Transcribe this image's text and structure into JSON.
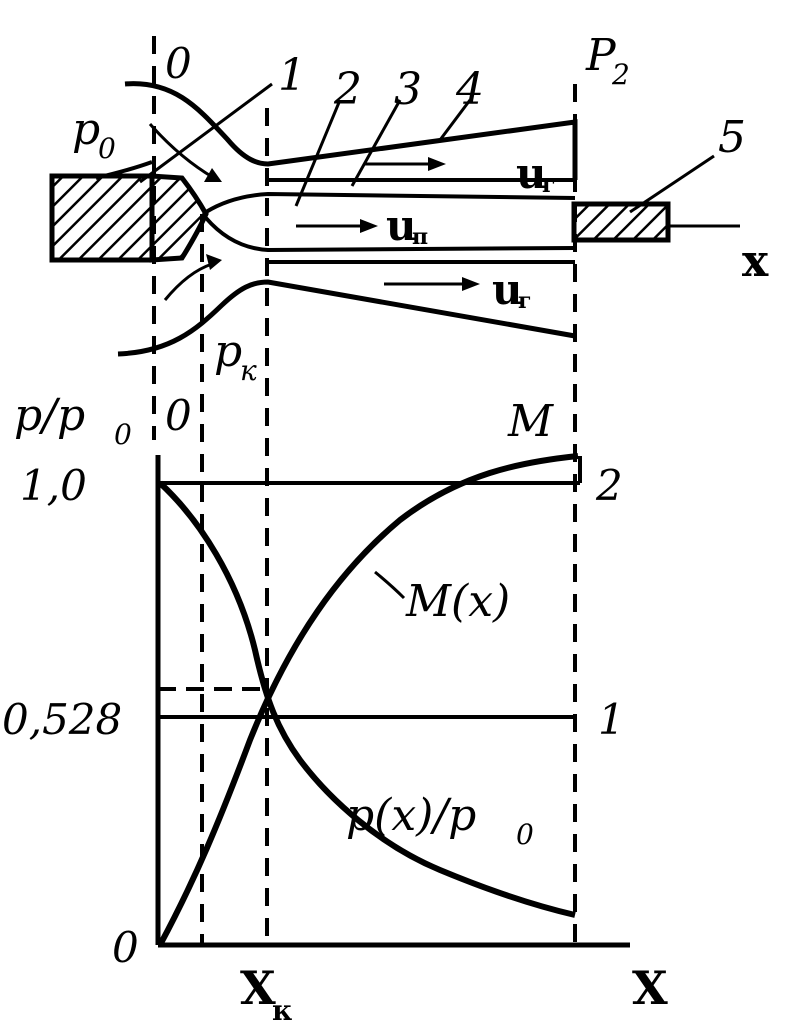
{
  "labels": {
    "section_0_top": "0",
    "p0_top": "p",
    "p0_top_sub": "0",
    "region_1": "1",
    "region_2": "2",
    "region_3": "3",
    "region_4": "4",
    "region_5": "5",
    "p2_top": "P",
    "p2_top_sub": "2",
    "u_g_top": "u",
    "u_g_top_sub": "г",
    "u_p": "u",
    "u_p_sub": "п",
    "u_g_bottom": "u",
    "u_g_bottom_sub": "г",
    "x_axis_top": "x",
    "p_k": "p",
    "p_k_sub": "к",
    "section_0_bottom": "0",
    "y_axis_label": "p/p",
    "y_axis_label_sub": "0",
    "M_label": "M",
    "M_of_x": "M(x)",
    "p_of_x": "p(x)/p",
    "p_of_x_sub": "0",
    "tick_1_0": "1,0",
    "tick_0_528": "0,528",
    "tick_0": "0",
    "right_tick_2": "2",
    "right_tick_1": "1",
    "x_k": "X",
    "x_k_sub": "к",
    "x_end": "X"
  }
}
